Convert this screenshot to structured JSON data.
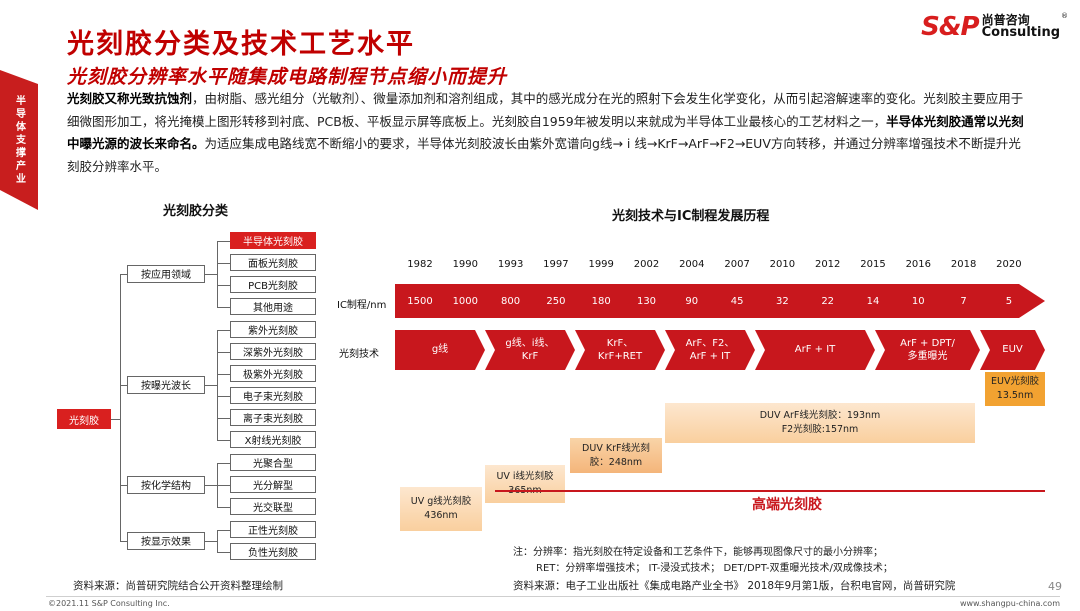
{
  "side_tab": "半导体支撑产业",
  "title": "光刻胶分类及技术工艺水平",
  "subtitle": "光刻胶分辨率水平随集成电路制程节点缩小而提升",
  "logo": {
    "mark": "S&P",
    "cn": "尚普咨询",
    "en": "Consulting",
    "reg": "®"
  },
  "intro": {
    "bold1": "光刻胶又称光致抗蚀剂",
    "text1": "，由树脂、感光组分（光敏剂）、微量添加剂和溶剂组成，其中的感光成分在光的照射下会发生化学变化，从而引起溶解速率的变化。光刻胶主要应用于细微图形加工，将光掩模上图形转移到衬底、PCB板、平板显示屏等底板上。光刻胶自1959年被发明以来就成为半导体工业最核心的工艺材料之一，",
    "bold2": "半导体光刻胶通常以光刻中曝光源的波长来命名。",
    "text2": "为适应集成电路线宽不断缩小的要求，半导体光刻胶波长由紫外宽谱向g线→ i 线→KrF→ArF→F2→EUV方向转移，并通过分辨率增强技术不断提升光刻胶分辨率水平。"
  },
  "left": {
    "heading": "光刻胶分类",
    "root": "光刻胶",
    "groups": [
      {
        "label": "按应用领域",
        "items": [
          "半导体光刻胶",
          "面板光刻胶",
          "PCB光刻胶",
          "其他用途"
        ]
      },
      {
        "label": "按曝光波长",
        "items": [
          "紫外光刻胶",
          "深紫外光刻胶",
          "极紫外光刻胶",
          "电子束光刻胶",
          "离子束光刻胶",
          "X射线光刻胶"
        ]
      },
      {
        "label": "按化学结构",
        "items": [
          "光聚合型",
          "光分解型",
          "光交联型"
        ]
      },
      {
        "label": "按显示效果",
        "items": [
          "正性光刻胶",
          "负性光刻胶"
        ]
      }
    ]
  },
  "right": {
    "heading": "光刻技术与IC制程发展历程",
    "years": [
      "1982",
      "1990",
      "1993",
      "1997",
      "1999",
      "2002",
      "2004",
      "2007",
      "2010",
      "2012",
      "2015",
      "2016",
      "2018",
      "2020"
    ],
    "ic_label": "IC制程/nm",
    "ic_values": [
      "1500",
      "1000",
      "800",
      "250",
      "180",
      "130",
      "90",
      "45",
      "32",
      "22",
      "14",
      "10",
      "7",
      "5"
    ],
    "tech_label": "光刻技术",
    "tech": [
      {
        "line1": "g线",
        "line2": ""
      },
      {
        "line1": "g线、i线、",
        "line2": "KrF"
      },
      {
        "line1": "KrF、",
        "line2": "KrF+RET"
      },
      {
        "line1": "ArF、F2、",
        "line2": "ArF + IT"
      },
      {
        "line1": "ArF + IT",
        "line2": ""
      },
      {
        "line1": "ArF + DPT/",
        "line2": "多重曝光"
      },
      {
        "line1": "EUV",
        "line2": ""
      }
    ],
    "steps": [
      {
        "line1": "UV g线光刻胶",
        "line2": "436nm"
      },
      {
        "line1": "UV i线光刻胶",
        "line2": "365nm"
      },
      {
        "line1": "DUV KrF线光刻",
        "line2": "胶：248nm"
      },
      {
        "line1": "DUV ArF线光刻胶：193nm",
        "line2": "F2光刻胶:157nm"
      },
      {
        "line1": "EUV光刻胶",
        "line2": "13.5nm"
      }
    ],
    "high_end": "高端光刻胶"
  },
  "notes": {
    "line1": "注：分辨率：指光刻胶在特定设备和工艺条件下，能够再现图像尺寸的最小分辨率；",
    "line2": "RET：分辨率增强技术；   IT-浸没式技术；   DET/DPT-双重曝光技术/双成像技术；"
  },
  "source_left": "资料来源：尚普研究院结合公开资料整理绘制",
  "source_right": "资料来源：电子工业出版社《集成电路产业全书》 2018年9月第1版，台积电官网，尚普研究院",
  "footer_left": "©2021.11 S&P Consulting Inc.",
  "footer_right": "www.shangpu-china.com",
  "page_number": "49",
  "colors": {
    "brand_red": "#c8171d",
    "orange": "#f2a231",
    "light_orange": "#fde7cf"
  }
}
